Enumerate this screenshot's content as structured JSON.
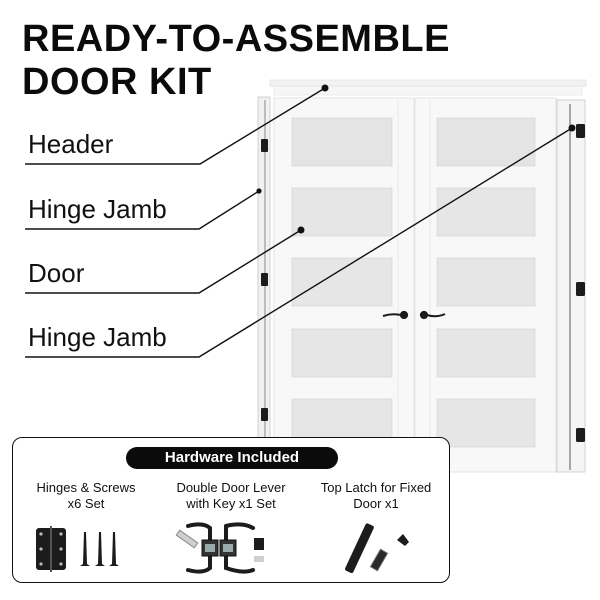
{
  "title": {
    "line1": "READY-TO-ASSEMBLE",
    "line2": "DOOR KIT"
  },
  "callouts": [
    {
      "label": "Header",
      "target": "header-molding"
    },
    {
      "label": "Hinge Jamb",
      "target": "left-hinge-jamb"
    },
    {
      "label": "Door",
      "target": "door-panel"
    },
    {
      "label": "Hinge Jamb",
      "target": "right-hinge-jamb"
    }
  ],
  "product": {
    "doors": 2,
    "glass_panes_per_door": 5,
    "hinges_per_side": 3,
    "colors": {
      "door": "#f7f7f7",
      "glass": "#e6e6e6",
      "hardware": "#1a1a1a",
      "pill": "#0b0b0b"
    }
  },
  "hardware": {
    "heading": "Hardware Included",
    "items": [
      {
        "line1": "Hinges & Screws",
        "line2": "x6 Set",
        "icon": "hinge-and-screws-icon"
      },
      {
        "line1": "Double Door Lever",
        "line2": "with Key x1 Set",
        "icon": "door-lever-set-icon"
      },
      {
        "line1": "Top Latch for Fixed",
        "line2": "Door x1",
        "icon": "top-latch-icon"
      }
    ]
  }
}
